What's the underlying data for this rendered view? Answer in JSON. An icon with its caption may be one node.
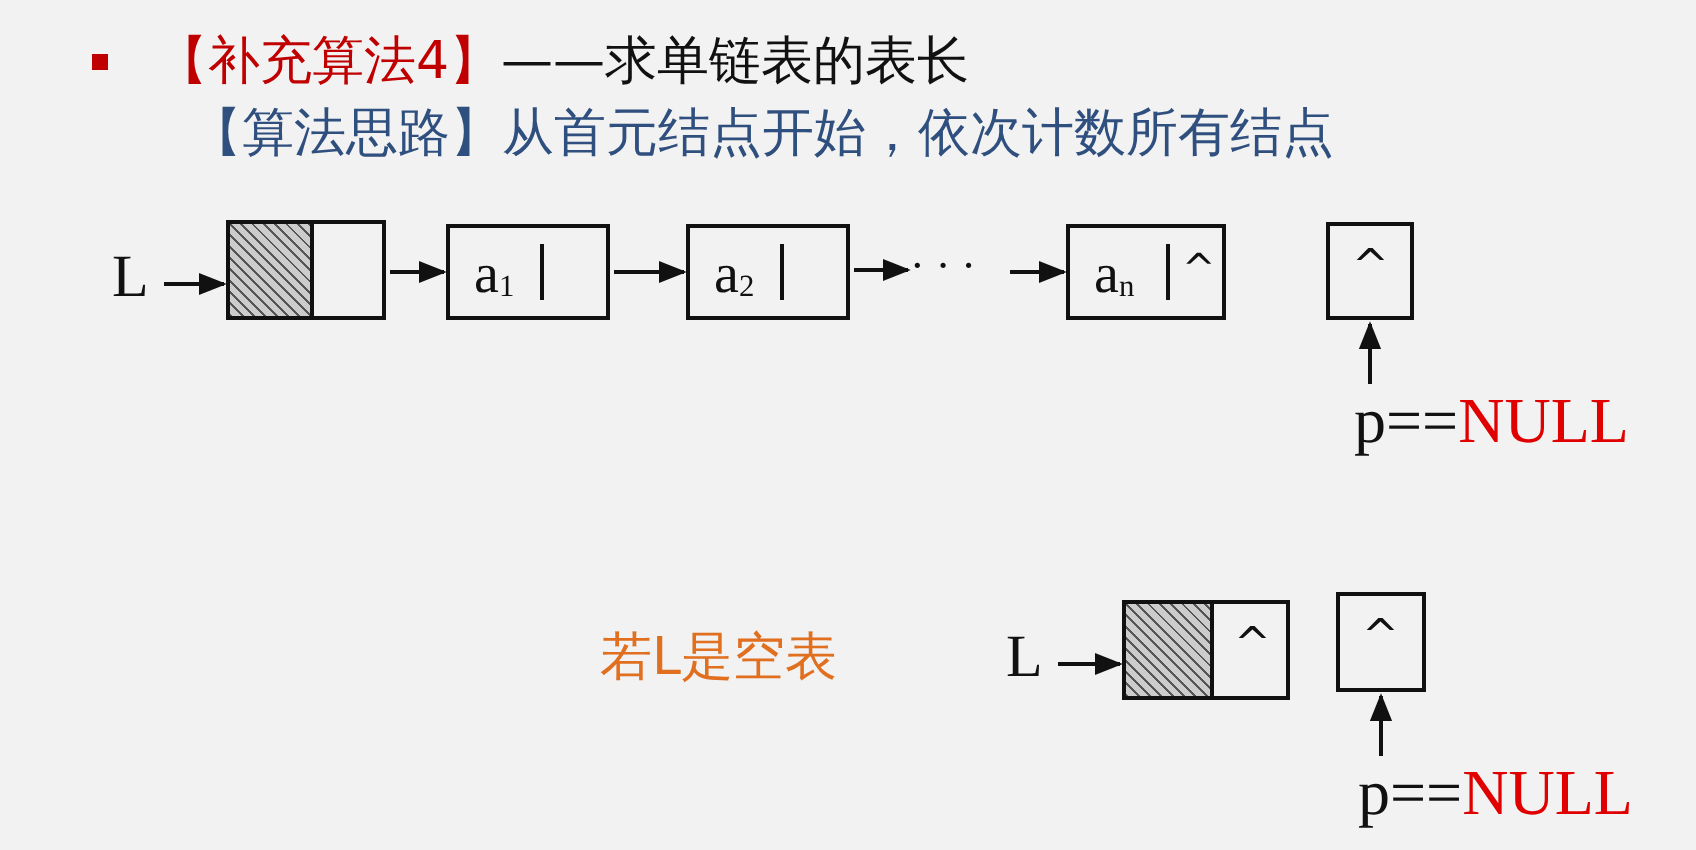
{
  "diagram": {
    "nodes": [
      {
        "text": [
          "L"
        ]
      },
      {
        "text": [],
        "shape": "box"
      },
      {
        "text": [
          "a$_{1}$"
        ]
      },
      {
        "text": [
          "a$_{2}$"
        ]
      },
      {
        "text": [
          "· · ·"
        ]
      },
      {
        "text": [
          "a$_{n}$",
          "^"
        ]
      },
      {
        "text": [
          "^"
        ]
      },
      {
        "text": [
          "p==",
          "NULL"
        ]
      },
      {
        "text": [
          "L"
        ]
      },
      {
        "text": [
          "^"
        ]
      },
      {
        "text": [
          "^"
        ]
      },
      {
        "text": [
          "p==",
          "NULL"
        ]
      }
    ],
    "edges": [
      {
        "from": 0,
        "to": 1,
        "arrow": "to"
      },
      {
        "from": 1,
        "to": 2,
        "arrow": "to"
      },
      {
        "from": 2,
        "to": 3,
        "arrow": "to"
      },
      {
        "from": 3,
        "to": 4,
        "arrow": "to"
      },
      {
        "from": 4,
        "to": 5,
        "arrow": "to"
      },
      {
        "from": 7,
        "to": 6,
        "arrow": "to"
      },
      {
        "from": 8,
        "to": 9,
        "arrow": "to"
      },
      {
        "from": 11,
        "to": 10,
        "arrow": "to"
      }
    ],
    "labels": [
      "【补充算法4】",
      "——求单链表的表长",
      "【算法思路】从首元结点开始，依次计数所有结点",
      "若L是空表"
    ]
  }
}
